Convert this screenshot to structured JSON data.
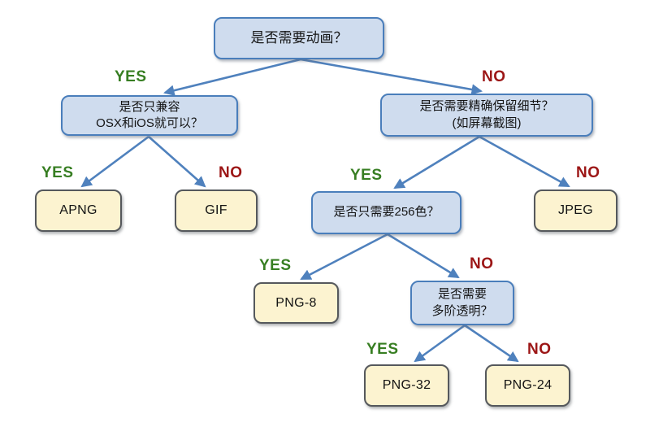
{
  "colors": {
    "question_fill": "#cfdcee",
    "question_border": "#4a7ebb",
    "result_fill": "#fcf3d0",
    "result_border": "#55585c",
    "arrow": "#4f81bd",
    "yes_label": "#377e22",
    "no_label": "#9c1616",
    "background": "#ffffff"
  },
  "nodes": {
    "q_animation": {
      "type": "question",
      "label": "是否需要动画？"
    },
    "q_osx": {
      "type": "question",
      "label": "是否只兼容\nOSX和iOS就可以？"
    },
    "q_detail": {
      "type": "question",
      "label": "是否需要精确保留细节？\n(如屏幕截图)"
    },
    "q_256": {
      "type": "question",
      "label": "是否只需要256色？"
    },
    "q_alpha": {
      "type": "question",
      "label": "是否需要\n多阶透明？"
    },
    "apng": {
      "type": "result",
      "label": "APNG"
    },
    "gif": {
      "type": "result",
      "label": "GIF"
    },
    "jpeg": {
      "type": "result",
      "label": "JPEG"
    },
    "png8": {
      "type": "result",
      "label": "PNG-8"
    },
    "png32": {
      "type": "result",
      "label": "PNG-32"
    },
    "png24": {
      "type": "result",
      "label": "PNG-24"
    }
  },
  "edges": [
    {
      "from": "q_animation",
      "to": "q_osx",
      "label": "YES"
    },
    {
      "from": "q_animation",
      "to": "q_detail",
      "label": "NO"
    },
    {
      "from": "q_osx",
      "to": "apng",
      "label": "YES"
    },
    {
      "from": "q_osx",
      "to": "gif",
      "label": "NO"
    },
    {
      "from": "q_detail",
      "to": "q_256",
      "label": "YES"
    },
    {
      "from": "q_detail",
      "to": "jpeg",
      "label": "NO"
    },
    {
      "from": "q_256",
      "to": "png8",
      "label": "YES"
    },
    {
      "from": "q_256",
      "to": "q_alpha",
      "label": "NO"
    },
    {
      "from": "q_alpha",
      "to": "png32",
      "label": "YES"
    },
    {
      "from": "q_alpha",
      "to": "png24",
      "label": "NO"
    }
  ]
}
